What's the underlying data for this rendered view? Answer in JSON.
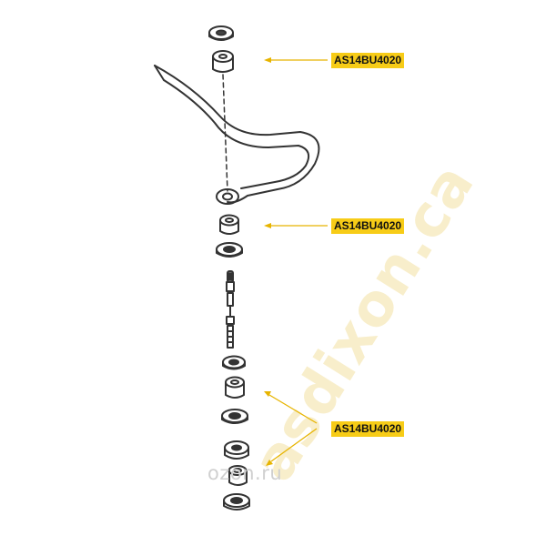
{
  "labels": {
    "top": "AS14BU4020",
    "middle": "AS14BU4020",
    "bottom": "AS14BU4020"
  },
  "watermarks": {
    "main": "asdixon.ca",
    "ozon": "ozon.ru"
  },
  "colors": {
    "label_bg": "#f7cc17",
    "arrow": "#e7b400",
    "line": "#333333",
    "watermark": "#f8eecb"
  }
}
